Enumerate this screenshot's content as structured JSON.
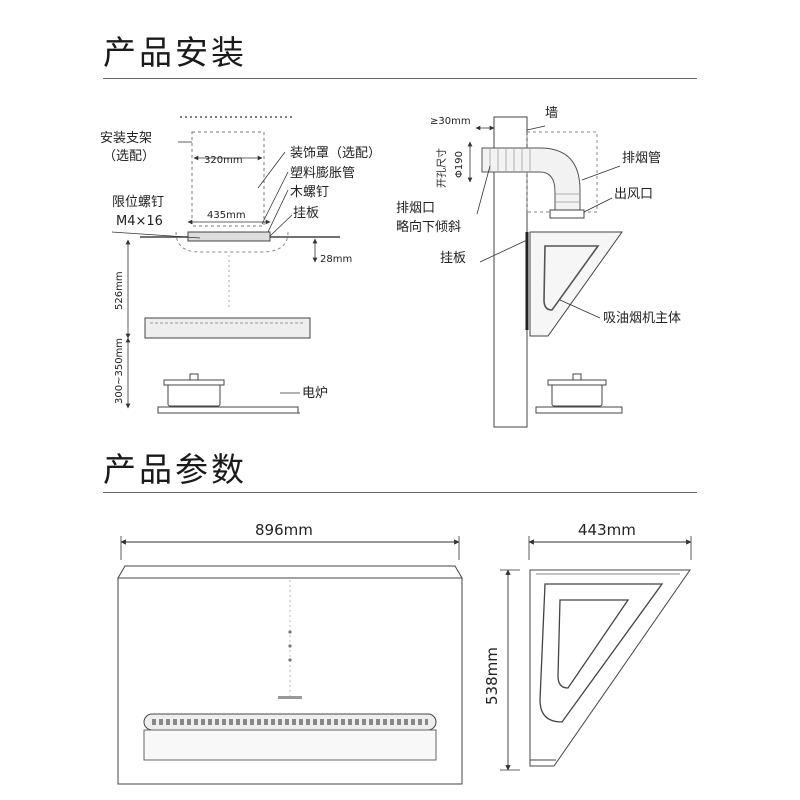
{
  "sections": {
    "install_title": "产品安装",
    "params_title": "产品参数"
  },
  "install_front": {
    "bracket": "安装支架",
    "bracket_opt": "（选配）",
    "w320": "320mm",
    "cover": "装饰罩（选配）",
    "plastic_tube": "塑料膨胀管",
    "wood_screw": "木螺钉",
    "hang_plate": "挂板",
    "limit_screw": "限位螺钉",
    "m4": "M4×16",
    "w435": "435mm",
    "h28": "28mm",
    "h526": "526mm",
    "h300": "300~350mm",
    "stove": "电炉"
  },
  "install_side": {
    "wall": "墙",
    "gap30": "≥30mm",
    "hole_size": "开孔尺寸",
    "phi190": "Φ190",
    "exhaust_pipe": "排烟管",
    "outlet": "出风口",
    "exhaust_port": "排烟口",
    "tilt": "略向下倾斜",
    "hang_plate": "挂板",
    "main_body": "吸油烟机主体"
  },
  "params": {
    "width": "896mm",
    "depth": "443mm",
    "height": "538mm"
  }
}
